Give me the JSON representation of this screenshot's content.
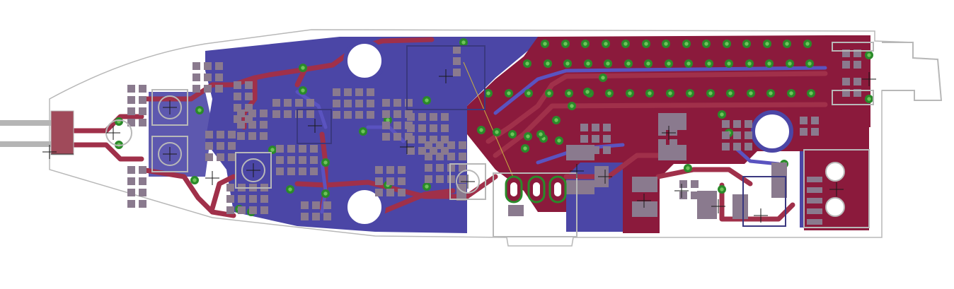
{
  "view": {
    "kind": "pcb-layout",
    "layers_visible": [
      "top-copper",
      "bottom-copper",
      "vias",
      "pads",
      "silkscreen",
      "board-outline"
    ]
  },
  "colors": {
    "background": "#ffffff",
    "top_copper": "#8b1a3c",
    "top_trace": "#a0304a",
    "bottom_copper": "#4b46a6",
    "bottom_trace": "#5a53c0",
    "via_ring": "#2a8a2a",
    "via_center": "#6fc35a",
    "pad": "#8a7a8e",
    "silkscreen": "#a8a8a8",
    "outline": "#b8b8b8",
    "crosshair": "#1a1a1a",
    "ratsnest": "#c8b040"
  },
  "components": {
    "mounting_holes": 4,
    "header_pins": 2,
    "usb_connector": 1,
    "antenna_pad_rows": 3
  }
}
